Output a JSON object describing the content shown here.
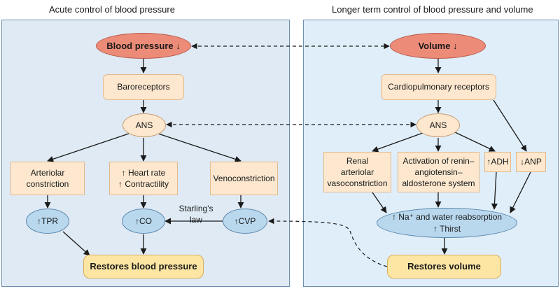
{
  "titles": {
    "left": "Acute control of blood pressure",
    "right": "Longer term control of blood pressure and volume"
  },
  "nodes": {
    "blood_pressure": "Blood pressure ↓",
    "baroreceptors": "Baroreceptors",
    "ans_left": "ANS",
    "arteriolar": "Arteriolar\nconstriction",
    "heart_rate": "↑ Heart rate\n↑ Contractility",
    "veno": "Venoconstriction",
    "tpr": "↑TPR",
    "co": "↑CO",
    "cvp": "↑CVP",
    "restores_bp": "Restores blood pressure",
    "volume": "Volume ↓",
    "cardio": "Cardiopulmonary receptors",
    "ans_right": "ANS",
    "renal": "Renal\narteriolar\nvasoconstriction",
    "raas": "Activation of renin–\nangiotensin–\naldosterone system",
    "adh": "↑ADH",
    "anp": "↓ANP",
    "na_water": "↑ Na⁺ and water reabsorption\n↑ Thirst",
    "restores_vol": "Restores volume"
  },
  "annotations": {
    "starling": "Starling's\nlaw"
  },
  "colors": {
    "panel_left": "#dfeaf4",
    "panel_right": "#dfeef9",
    "arrow": "#1a1a1a"
  }
}
